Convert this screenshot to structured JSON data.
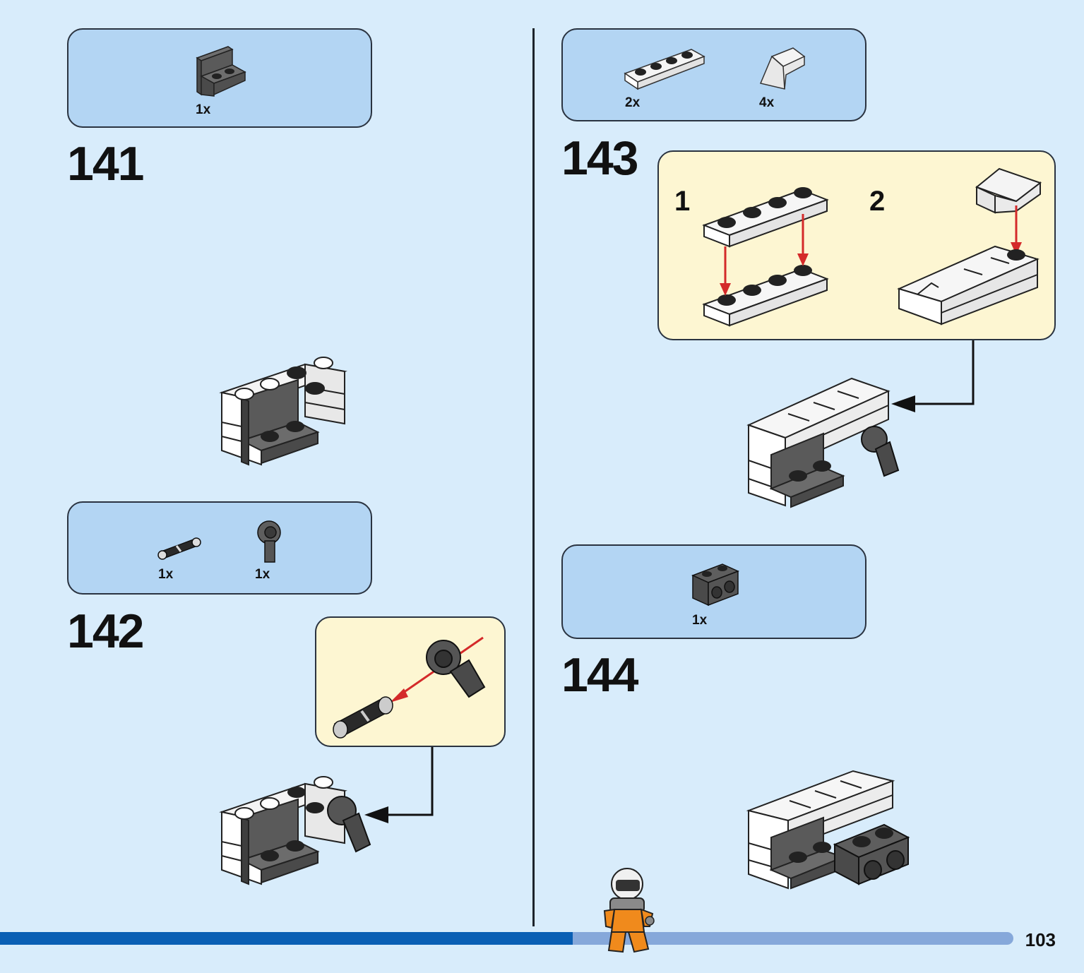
{
  "page_number": "103",
  "progress": 0.565,
  "steps": [
    {
      "number": "141",
      "parts": [
        {
          "qty": "1x",
          "part": "dark-gray-bracket"
        }
      ]
    },
    {
      "number": "142",
      "parts": [
        {
          "qty": "1x",
          "part": "black-technic-pin"
        },
        {
          "qty": "1x",
          "part": "dark-gray-pin-connector"
        }
      ]
    },
    {
      "number": "143",
      "parts": [
        {
          "qty": "2x",
          "part": "white-plate-1x4"
        },
        {
          "qty": "4x",
          "part": "white-slope"
        }
      ],
      "substeps": [
        "1",
        "2"
      ]
    },
    {
      "number": "144",
      "parts": [
        {
          "qty": "1x",
          "part": "dark-gray-technic-brick-1x2"
        }
      ]
    }
  ],
  "colors": {
    "background": "#d8ecfb",
    "parts_box": "#b3d5f3",
    "callout": "#fdf6d2",
    "arrow": "#d42a2a",
    "progress": "#0a5fb4"
  }
}
